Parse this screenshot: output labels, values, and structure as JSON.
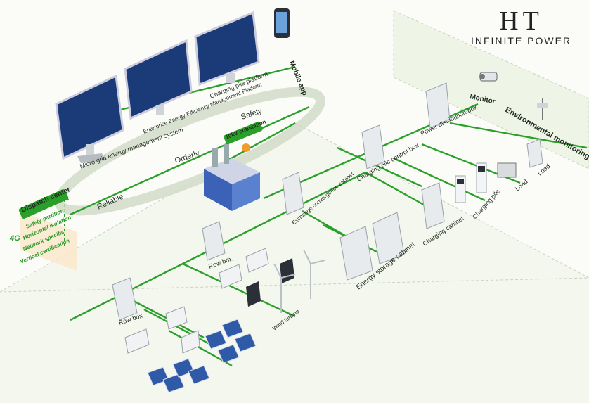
{
  "logo": {
    "mark": "HT",
    "tagline": "INFINITE POWER"
  },
  "platforms": {
    "microgrid": "Micro grid energy management system",
    "enterprise": "Enterprise Energy Efficiency Management Platform",
    "charging": "Charging pile platform",
    "mobile": "Mobile app"
  },
  "dispatch": {
    "title": "Dispatch center",
    "network": "4G",
    "features": [
      "Safety partition",
      "Horizontal isolation",
      "Network specific",
      "Vertical certification"
    ]
  },
  "principles": {
    "safety": "Safety",
    "orderly": "Orderly",
    "reliable": "Reliable"
  },
  "substation": {
    "label": "10kV substation",
    "devices": [
      "",
      "",
      ""
    ]
  },
  "equipment": {
    "exchange": "Exchange convergence cabinet",
    "storage": "Energy storage cabinet",
    "charging_control": "Charging pile control box",
    "power_distribution": "Power distribution box",
    "charging_cabinet": "Charging cabinet",
    "charging_pile": "Charging pile",
    "row_box_1": "Row box",
    "row_box_2": "Row box",
    "wind": "Wind turbine",
    "load_1": "Load",
    "load_2": "Load",
    "monitor": "Monitor",
    "env": "Environmental monitoring"
  },
  "colors": {
    "line": "#2aa02a",
    "label_bg": "#fbe6c8",
    "screen": "#1a3a78"
  }
}
